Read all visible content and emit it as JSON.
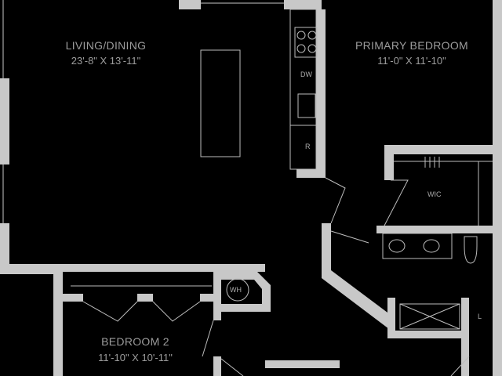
{
  "rooms": {
    "living": {
      "name": "LIVING/DINING",
      "dims": "23'-8\" X 13'-11\""
    },
    "primary": {
      "name": "PRIMARY BEDROOM",
      "dims": "11'-0\" X 11'-10\""
    },
    "bedroom2": {
      "name": "BEDROOM 2",
      "dims": "11'-10\" X 10'-11\""
    }
  },
  "fixtures": {
    "dishwasher": "DW",
    "refrigerator": "R",
    "walk_in_closet": "WIC",
    "water_heater": "WH",
    "linen": "L"
  },
  "colors": {
    "background": "#000000",
    "walls": "#c8c8c8",
    "text": "#9c9c9c"
  }
}
